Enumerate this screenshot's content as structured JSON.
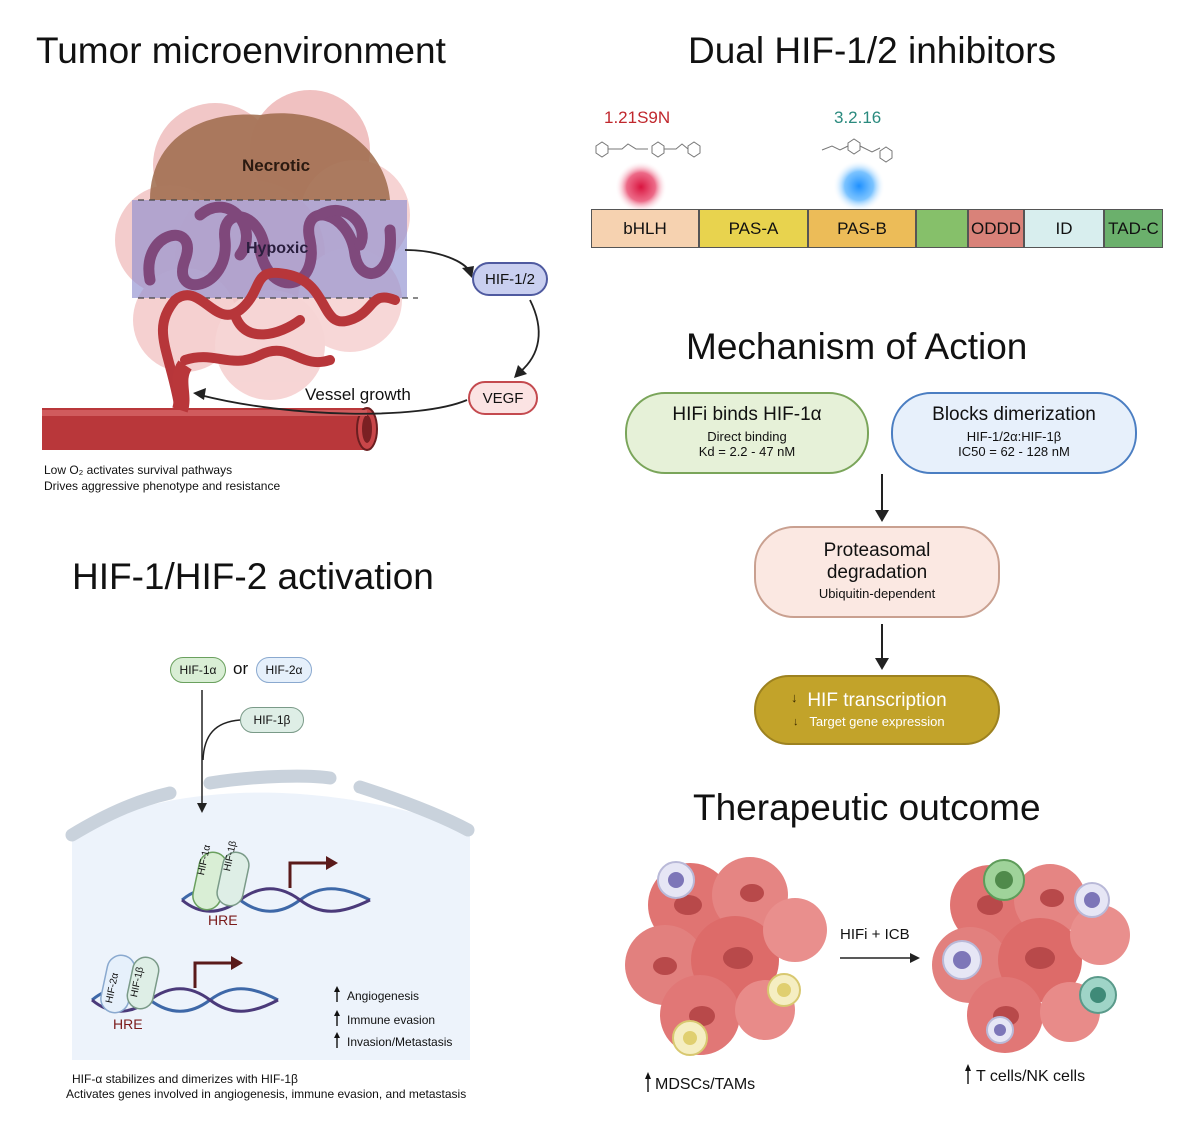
{
  "tumor": {
    "title": "Tumor microenvironment",
    "necrotic": "Necrotic",
    "hypoxic": "Hypoxic",
    "hif": "HIF-1/2",
    "vegf": "VEGF",
    "vessel_growth": "Vessel growth",
    "note1": "Low O₂ activates survival pathways",
    "note2": "Drives aggressive phenotype and resistance"
  },
  "inhibitors": {
    "title": "Dual HIF-1/2 inhibitors",
    "compound1": {
      "name": "1.21S9N",
      "color": "#c0272d"
    },
    "compound2": {
      "name": "3.2.16",
      "color": "#2a8a7e"
    },
    "domains": [
      {
        "label": "bHLH",
        "color": "#f6d2b0"
      },
      {
        "label": "PAS-A",
        "color": "#e8d34e"
      },
      {
        "label": "PAS-B",
        "color": "#ecbc58"
      },
      {
        "label": "",
        "color": "#86c06a"
      },
      {
        "label": "ODDD",
        "color": "#d98279"
      },
      {
        "label": "ID",
        "color": "#d8eeee"
      },
      {
        "label": "TAD-C",
        "color": "#6bb06c"
      }
    ]
  },
  "moa": {
    "title": "Mechanism of Action",
    "box1": {
      "title": "HIFi binds HIF-1α",
      "line1": "Direct binding",
      "line2": "Kd = 2.2 - 47 nM"
    },
    "box2": {
      "title": "Blocks dimerization",
      "line1": "HIF-1/2α:HIF-1β",
      "line2": "IC50 = 62 - 128 nM"
    },
    "box3": {
      "title1": "Proteasomal",
      "title2": "degradation",
      "line1": "Ubiquitin-dependent"
    },
    "box4": {
      "title": "HIF transcription",
      "line1": "Target gene expression"
    }
  },
  "activation": {
    "title": "HIF-1/HIF-2 activation",
    "hif1a": "HIF-1α",
    "or": "or",
    "hif2a": "HIF-2α",
    "hif1b": "HIF-1β",
    "hre1": "HRE",
    "hre2": "HRE",
    "pair1a": "HIF-1α",
    "pair1b": "HIF-1β",
    "pair2a": "HIF-2α",
    "pair2b": "HIF-1β",
    "effects": [
      "Angiogenesis",
      "Immune evasion",
      "Invasion/Metastasis"
    ],
    "note1": "HIF-α stabilizes and dimerizes with HIF-1β",
    "note2": "Activates genes involved in angiogenesis,  immune evasion, and metastasis"
  },
  "outcome": {
    "title": "Therapeutic outcome",
    "treatment": "HIFi + ICB",
    "left_label": "MDSCs/TAMs",
    "right_label": "T cells/NK cells"
  }
}
